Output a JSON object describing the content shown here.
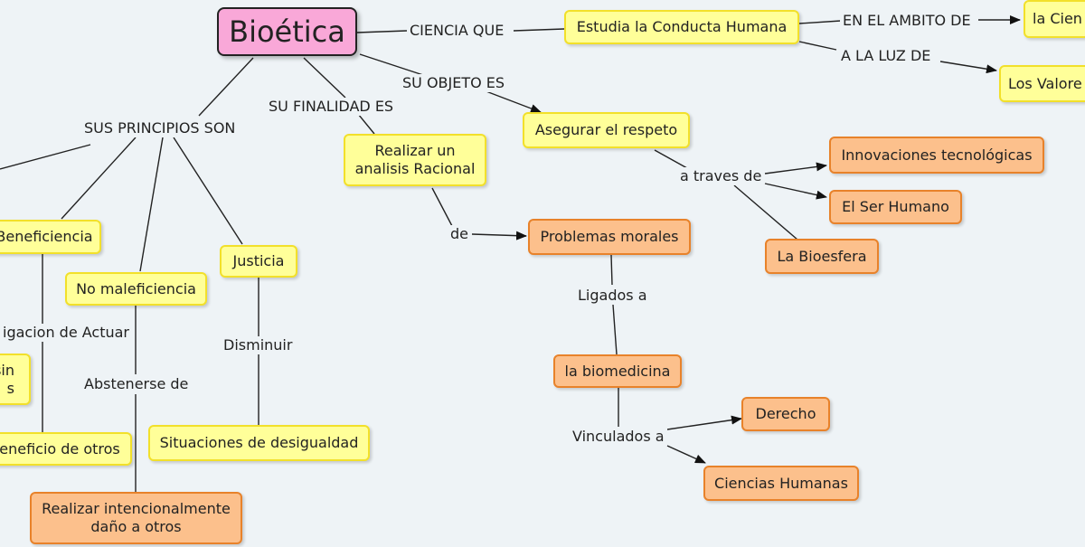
{
  "root": "Bioética",
  "nodes": {
    "conducta": "Estudia la Conducta Humana",
    "ciencias_cut": "la Cien",
    "valores_cut": "Los Valore",
    "asegurar": "Asegurar el respeto",
    "realizar_analisis": "Realizar un analisis Racional",
    "innovaciones": "Innovaciones tecnológicas",
    "ser_humano": "El Ser Humano",
    "bioesfera": "La Bioesfera",
    "problemas": "Problemas morales",
    "biomedicina": "la biomedicina",
    "derecho": "Derecho",
    "ciencias_humanas": "Ciencias Humanas",
    "beneficencia": "Beneficiencia",
    "no_maleficiencia": "No maleficiencia",
    "justicia": "Justicia",
    "sin_cut": "sin",
    "s_cut": "s",
    "beneficio_otros": "eneficio de otros",
    "situaciones": "Situaciones de desigualdad",
    "realizar_dano": "Realizar intencionalmente daño a otros"
  },
  "labels": {
    "ciencia_que": "CIENCIA QUE",
    "en_el_ambito": "EN EL AMBITO DE",
    "a_la_luz": "A LA LUZ DE",
    "su_objeto": "SU OBJETO ES",
    "su_finalidad": "SU FINALIDAD ES",
    "sus_principios": "SUS PRINCIPIOS SON",
    "a_traves": "a traves de",
    "de": "de",
    "ligados": "Ligados a",
    "vinculados": "Vinculados a",
    "disminuir": "Disminuir",
    "abstenerse": "Abstenerse de",
    "obligacion": "igacion de Actuar"
  }
}
